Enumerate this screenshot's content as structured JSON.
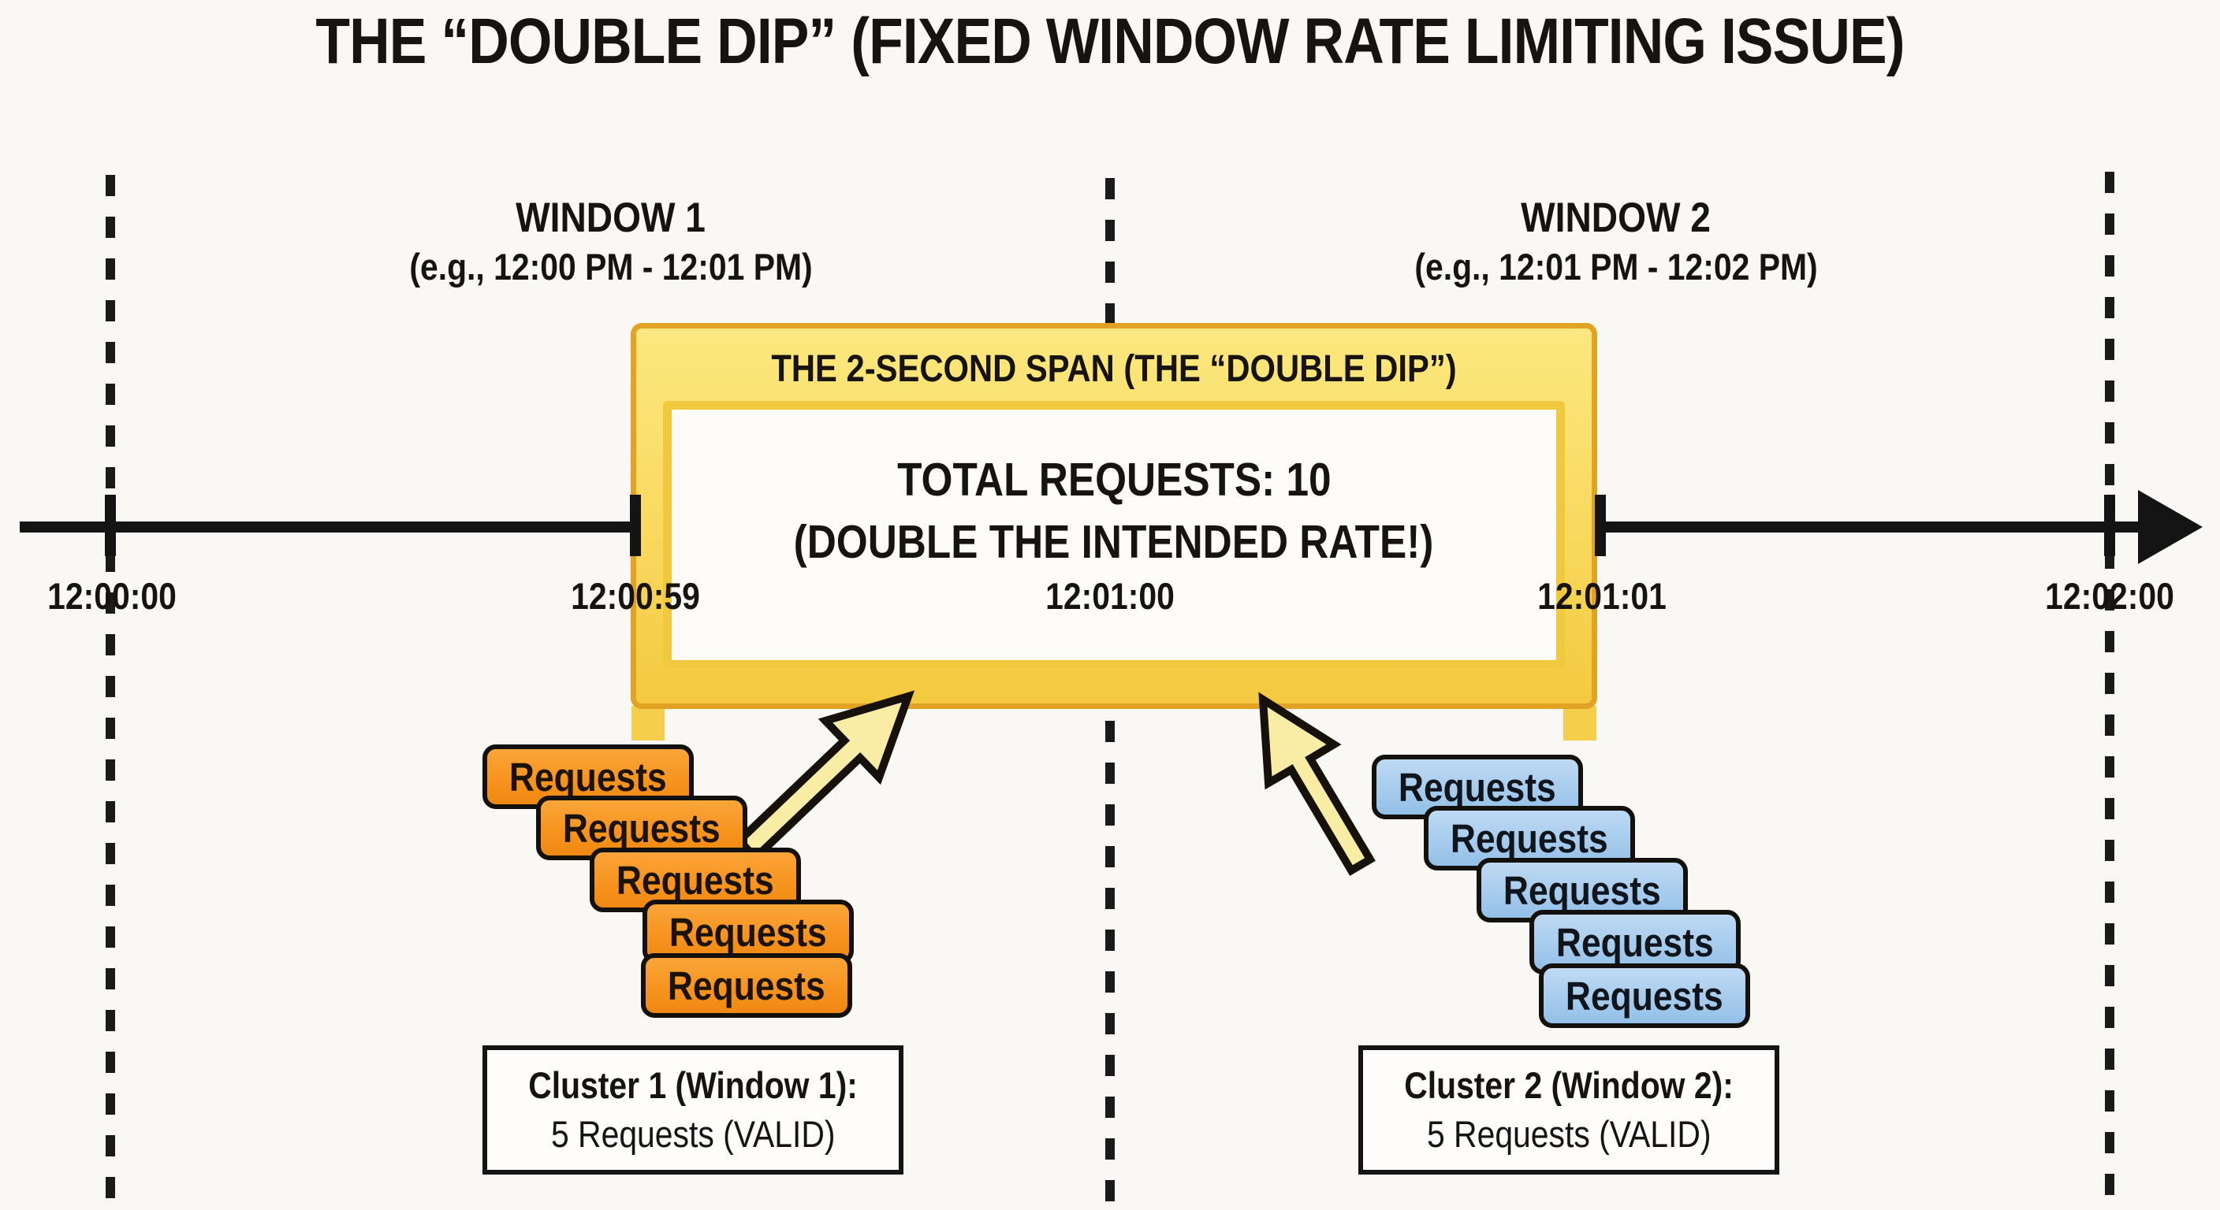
{
  "title": "THE “DOUBLE DIP” (FIXED WINDOW RATE LIMITING ISSUE)",
  "windows": [
    {
      "label": "WINDOW 1",
      "range": "(e.g., 12:00 PM - 12:01 PM)"
    },
    {
      "label": "WINDOW 2",
      "range": "(e.g., 12:01 PM - 12:02 PM)"
    }
  ],
  "span_box": {
    "header": "THE 2-SECOND SPAN (THE “DOUBLE DIP”)",
    "total_line": "TOTAL REQUESTS: 10",
    "note_line": "(DOUBLE THE INTENDED RATE!)"
  },
  "timeline": {
    "ticks": [
      {
        "label": "12:00:00"
      },
      {
        "label": "12:00:59"
      },
      {
        "label": "12:01:00"
      },
      {
        "label": "12:01:01"
      },
      {
        "label": "12:02:00"
      }
    ]
  },
  "clusters": [
    {
      "caption_title": "Cluster 1 (Window 1):",
      "caption_value": "5 Requests (VALID)",
      "boxes": [
        "Requests",
        "Requests",
        "Requests",
        "Requests",
        "Requests"
      ],
      "color": "#f7941f"
    },
    {
      "caption_title": "Cluster 2 (Window 2):",
      "caption_value": "5 Requests (VALID)",
      "boxes": [
        "Requests",
        "Requests",
        "Requests",
        "Requests",
        "Requests"
      ],
      "color": "#a7cced"
    }
  ],
  "colors": {
    "background": "#faf8f4",
    "span_box_yellow": "#f9d95e",
    "span_box_edge": "#e2a224",
    "span_inner_border": "#f1c93e",
    "arrow_fill": "#f9eda6",
    "cluster1_orange": "#f7941f",
    "cluster2_blue": "#a7cced",
    "line_black": "#141414"
  }
}
